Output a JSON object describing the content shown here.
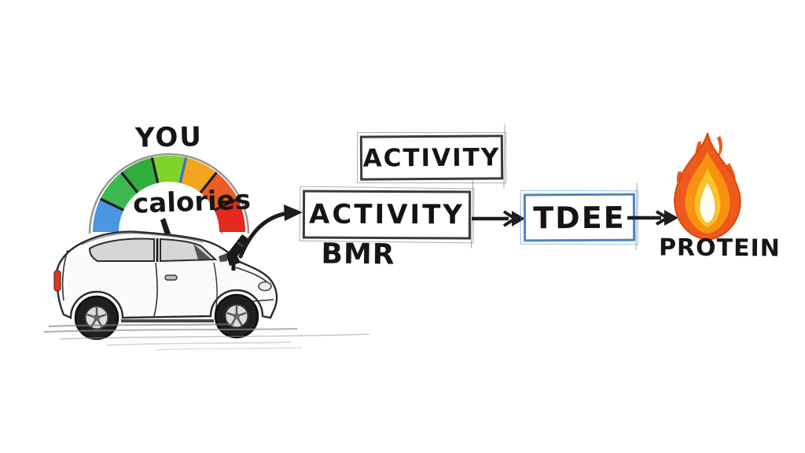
{
  "scene": {
    "background_color": "#ffffff",
    "style": "hand-drawn sketch flow diagram"
  },
  "gauge": {
    "title": "YOU",
    "label": "calories",
    "segment_colors": [
      "#4a96e2",
      "#3db853",
      "#2fad3f",
      "#7fd42c",
      "#f4a51f",
      "#ea5d24",
      "#e42a1c"
    ],
    "outline_color": "#979797",
    "tick_color": "#1c1c1c",
    "blue_tick_color": "#3a6fd8",
    "needle_color": "#1b1b1b"
  },
  "car": {
    "icon": "hatchback-car-sketch-icon",
    "ink_color": "#2c2c2c",
    "body_fill": "#fafafa",
    "window_fill": "#d6d6d6",
    "tail_light_color": "#d63a26",
    "nozzle_icon": "fuel-nozzle-icon"
  },
  "flow": {
    "activity_top_label": "ACTIVITY",
    "activity_main_label": "ACTIVITY",
    "bmr_label": "BMR",
    "tdee_label": "TDEE",
    "tdee_border_color": "#4a86c5",
    "box_border_color": "#3a3a3a",
    "arrow_color": "#1d1d1d"
  },
  "flame": {
    "icon": "flame-icon",
    "label": "PROTEIN",
    "outer_color": "#ee5a1e",
    "mid_color": "#f9930f",
    "inner_color": "#ffc42e",
    "core_color": "#fffdf2",
    "core_stroke_color": "#f2c22e"
  }
}
